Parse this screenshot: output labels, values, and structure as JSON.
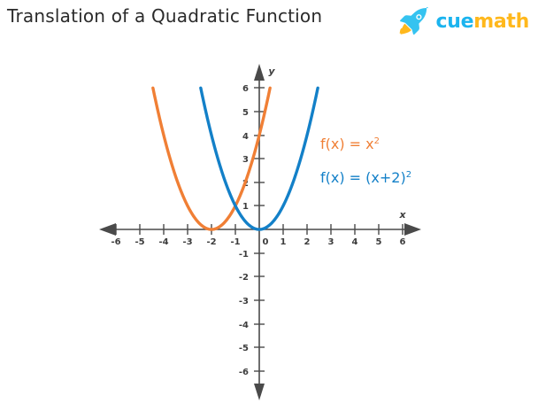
{
  "title": "Translation of a Quadratic Function",
  "logo": {
    "icon": "rocket-icon",
    "text_primary": "cue",
    "text_secondary": "math",
    "color_primary": "#1BB4EF",
    "color_secondary": "#FFB81C"
  },
  "colors": {
    "orange": "#F07F35",
    "blue": "#1380C8",
    "axis": "#4a4a4a",
    "text": "#2b2b2b",
    "background": "#ffffff"
  },
  "chart_data": {
    "type": "line",
    "title": "Translation of a Quadratic Function",
    "xlabel": "x",
    "ylabel": "y",
    "xlim": [
      -6,
      6
    ],
    "ylim": [
      -6,
      6
    ],
    "grid": false,
    "legend_position": "right-inside",
    "x_ticks": [
      -6,
      -5,
      -4,
      -3,
      -2,
      -1,
      0,
      1,
      2,
      3,
      4,
      5,
      6
    ],
    "x_tick_labels": [
      "-6",
      "-5",
      "-4",
      "-3",
      "-2",
      "-1",
      "0",
      "1",
      "2",
      "3",
      "4",
      "5",
      "6"
    ],
    "y_ticks": [
      -6,
      -5,
      -4,
      -3,
      -2,
      -1,
      1,
      2,
      3,
      4,
      5,
      6
    ],
    "y_tick_labels": [
      "-6",
      "-5",
      "-4",
      "-3",
      "-2",
      "-1",
      "1",
      "2",
      "3",
      "4",
      "5",
      "6"
    ],
    "series": [
      {
        "name": "f(x) = x²",
        "label_main": "f(x) = x",
        "label_exponent": "2",
        "color": "#F07F35",
        "vertex": [
          -2,
          0
        ],
        "equation": "y = (x+2)^2",
        "x_range": [
          -4.45,
          0.45
        ],
        "points": [
          {
            "x": -4.45,
            "y": 6.0
          },
          {
            "x": -4.0,
            "y": 4.0
          },
          {
            "x": -3.5,
            "y": 2.25
          },
          {
            "x": -3.0,
            "y": 1.0
          },
          {
            "x": -2.5,
            "y": 0.25
          },
          {
            "x": -2.0,
            "y": 0.0
          },
          {
            "x": -1.5,
            "y": 0.25
          },
          {
            "x": -1.0,
            "y": 1.0
          },
          {
            "x": -0.5,
            "y": 2.25
          },
          {
            "x": 0.0,
            "y": 4.0
          },
          {
            "x": 0.45,
            "y": 6.0
          }
        ]
      },
      {
        "name": "f(x) = (x+2)²",
        "label_main": "f(x) = (x+2)",
        "label_exponent": "2",
        "color": "#1380C8",
        "vertex": [
          0,
          0
        ],
        "equation": "y = x^2",
        "x_range": [
          -2.45,
          2.45
        ],
        "points": [
          {
            "x": -2.45,
            "y": 6.0
          },
          {
            "x": -2.0,
            "y": 4.0
          },
          {
            "x": -1.5,
            "y": 2.25
          },
          {
            "x": -1.0,
            "y": 1.0
          },
          {
            "x": -0.5,
            "y": 0.25
          },
          {
            "x": 0.0,
            "y": 0.0
          },
          {
            "x": 0.5,
            "y": 0.25
          },
          {
            "x": 1.0,
            "y": 1.0
          },
          {
            "x": 1.5,
            "y": 2.25
          },
          {
            "x": 2.0,
            "y": 4.0
          },
          {
            "x": 2.45,
            "y": 6.0
          }
        ]
      }
    ],
    "annotations": [
      {
        "text": "f(x) = x²",
        "color": "#F07F35"
      },
      {
        "text": "f(x) = (x+2)²",
        "color": "#1380C8"
      }
    ]
  }
}
